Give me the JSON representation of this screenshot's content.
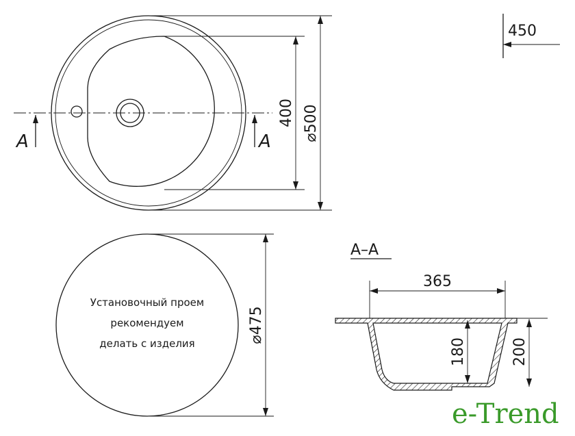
{
  "top_view": {
    "section_mark_left": "A",
    "section_mark_right": "A",
    "dim_inner": "400",
    "dim_outer": "⌀500"
  },
  "cabinet": {
    "dim": "450"
  },
  "cutout_view": {
    "note_lines": [
      "Установочный проем",
      "рекомендуем",
      "делать с изделия"
    ],
    "dim_diameter": "⌀475"
  },
  "section_view": {
    "title": "A–A",
    "dim_width": "365",
    "dim_depth_inner": "180",
    "dim_depth_total": "200"
  },
  "logo": {
    "text": "e-Trend",
    "color": "#3a9a2a"
  }
}
